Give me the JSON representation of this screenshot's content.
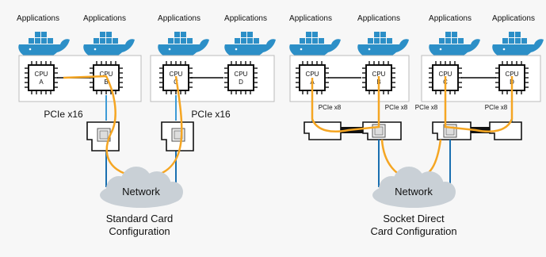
{
  "apps": {
    "left": [
      "Applications",
      "Applications",
      "Applications",
      "Applications"
    ],
    "right": [
      "Applications",
      "Applications",
      "Applications",
      "Applications"
    ]
  },
  "cpus": {
    "left": [
      {
        "line1": "CPU",
        "line2": "A"
      },
      {
        "line1": "CPU",
        "line2": "B"
      },
      {
        "line1": "CPU",
        "line2": "C"
      },
      {
        "line1": "CPU",
        "line2": "D"
      }
    ],
    "right": [
      {
        "line1": "CPU",
        "line2": "A"
      },
      {
        "line1": "CPU",
        "line2": "B"
      },
      {
        "line1": "CPU",
        "line2": "C"
      },
      {
        "line1": "CPU",
        "line2": "D"
      }
    ]
  },
  "pcie": {
    "left": [
      "PCIe x16",
      "PCIe x16"
    ],
    "right": [
      "PCIe x8",
      "PCIe x8",
      "PCIe x8",
      "PCIe x8"
    ]
  },
  "network": {
    "left": "Network",
    "right": "Network"
  },
  "captions": {
    "left": {
      "line1": "Standard Card",
      "line2": "Configuration"
    },
    "right": {
      "line1": "Socket Direct",
      "line2": "Card Configuration"
    }
  },
  "colors": {
    "orange": "#f5a623",
    "blue": "#3d9bd6",
    "whale": "#2c8fc7",
    "cloud": "#c9d0d6"
  }
}
